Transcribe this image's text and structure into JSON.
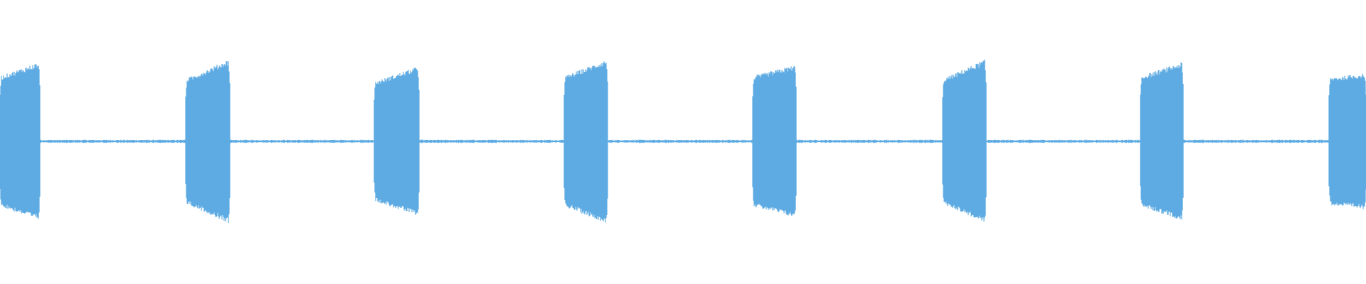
{
  "waveform": {
    "color": "#5DABE2",
    "background": "#FFFFFF",
    "bursts": [
      {
        "start_time": 0.0,
        "end_time": 0.029,
        "amplitude_start": 0.46,
        "amplitude_end": 0.56
      },
      {
        "start_time": 0.136,
        "end_time": 0.168,
        "amplitude_start": 0.44,
        "amplitude_end": 0.58
      },
      {
        "start_time": 0.274,
        "end_time": 0.307,
        "amplitude_start": 0.42,
        "amplitude_end": 0.53
      },
      {
        "start_time": 0.413,
        "end_time": 0.445,
        "amplitude_start": 0.46,
        "amplitude_end": 0.58
      },
      {
        "start_time": 0.551,
        "end_time": 0.583,
        "amplitude_start": 0.46,
        "amplitude_end": 0.54
      },
      {
        "start_time": 0.69,
        "end_time": 0.722,
        "amplitude_start": 0.44,
        "amplitude_end": 0.58
      },
      {
        "start_time": 0.835,
        "end_time": 0.866,
        "amplitude_start": 0.46,
        "amplitude_end": 0.56
      },
      {
        "start_time": 0.973,
        "end_time": 1.0,
        "amplitude_start": 0.45,
        "amplitude_end": 0.48
      }
    ],
    "silence_amplitude": 0.012
  }
}
